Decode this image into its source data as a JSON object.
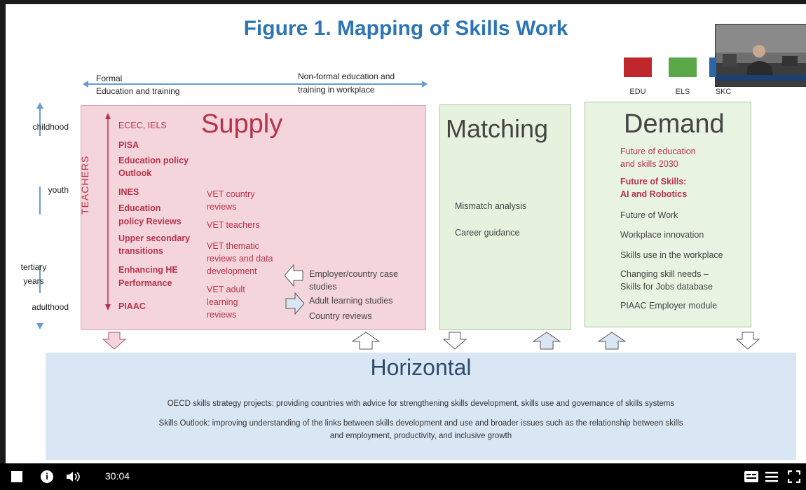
{
  "slide": {
    "title": "Figure 1. Mapping of Skills Work",
    "axis": {
      "left_top": "Formal",
      "left_bottom": "Education and training",
      "right_top": "Non-formal education and",
      "right_bottom": "training in workplace"
    },
    "life_stages": [
      "childhood",
      "youth",
      "tertiary",
      "years",
      "adulthood"
    ],
    "legend": [
      {
        "label": "EDU",
        "color": "#c0272d"
      },
      {
        "label": "ELS",
        "color": "#5aa847"
      },
      {
        "label": "SKC",
        "color": "#2a66a8"
      }
    ],
    "supply": {
      "title": "Supply",
      "teachers": "TEACHERS",
      "edu_items": [
        "ECEC, IELS",
        "PISA",
        "Education policy",
        "Outlook",
        "INES",
        "Education",
        "policy Reviews",
        "Upper secondary",
        "transitions",
        "Enhancing HE",
        "Performance",
        "PIAAC"
      ],
      "vet_items": [
        "VET country",
        "reviews",
        "VET teachers",
        "VET thematic",
        "reviews and data",
        "development",
        "VET adult",
        "learning",
        "reviews"
      ],
      "employer_items": [
        "Employer/country case",
        "studies",
        "Adult learning studies",
        "Country reviews"
      ]
    },
    "matching": {
      "title": "Matching",
      "items": [
        "Mismatch analysis",
        "Career guidance"
      ]
    },
    "demand": {
      "title": "Demand",
      "items_red": [
        "Future of education",
        "and skills 2030"
      ],
      "items_bold": [
        "Future of Skills:",
        "AI and Robotics"
      ],
      "items": [
        "Future of Work",
        "Workplace innovation",
        "Skills use in the workplace",
        "Changing skill needs –",
        "Skills for Jobs database",
        "PIAAC Employer module"
      ]
    },
    "horizontal": {
      "title": "Horizontal",
      "line1": "OECD skills strategy projects: providing countries with advice for  strengthening skills development, skills use and governance of skills systems",
      "line2": "Skills Outlook: improving understanding of the links between skills development and use and broader issues such as the relationship between skills",
      "line3": "and employment, productivity, and inclusive growth"
    }
  },
  "player": {
    "time": "30:04"
  }
}
